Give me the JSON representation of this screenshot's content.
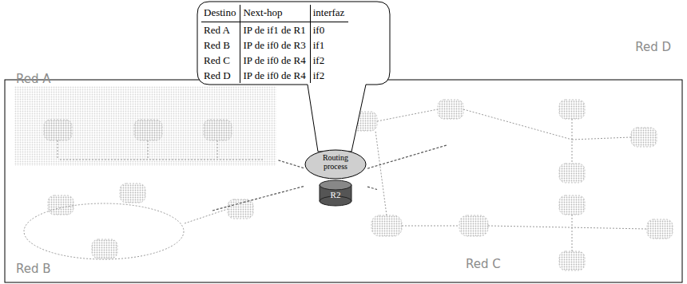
{
  "diagram": {
    "nodes": [
      {
        "text": [
          "Red A"
        ]
      },
      {
        "text": [
          "Red B"
        ]
      },
      {
        "text": [
          "Red C"
        ]
      },
      {
        "text": [
          "Red D"
        ]
      },
      {
        "text": [
          "Routing process",
          "R2"
        ]
      }
    ],
    "edges": [
      {
        "from": 4,
        "to": 0,
        "arrow": "none"
      },
      {
        "from": 4,
        "to": 1,
        "arrow": "none"
      },
      {
        "from": 4,
        "to": 2,
        "arrow": "none"
      },
      {
        "from": 4,
        "to": 3,
        "arrow": "none"
      }
    ],
    "labels": [
      "Destino",
      "Next-hop",
      "interfaz",
      "Red A",
      "IP de if1 de R1",
      "if0",
      "Red B",
      "IP de if0 de R3",
      "if1",
      "Red C",
      "IP de if0 de R4",
      "if2",
      "Red D",
      "IP de if0 de R4",
      "if2"
    ]
  }
}
